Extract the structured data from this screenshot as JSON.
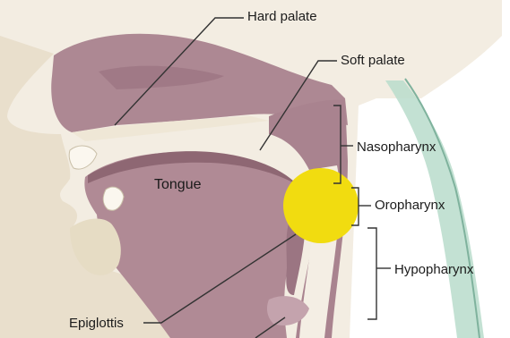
{
  "labels": {
    "hard_palate": "Hard palate",
    "soft_palate": "Soft palate",
    "nasopharynx": "Nasopharynx",
    "oropharynx": "Oropharynx",
    "hypopharynx": "Hypopharynx",
    "tongue": "Tongue",
    "epiglottis": "Epiglottis"
  },
  "colors": {
    "tissue": "#a98590",
    "tissue_dark": "#7c5a66",
    "skin": "#f0e9dc",
    "skin_shadow": "#e2d8c4",
    "airway": "#f6f2ea",
    "highlight": "#f0da10",
    "spine": "#9ec9b8",
    "leader_line": "#333333"
  }
}
